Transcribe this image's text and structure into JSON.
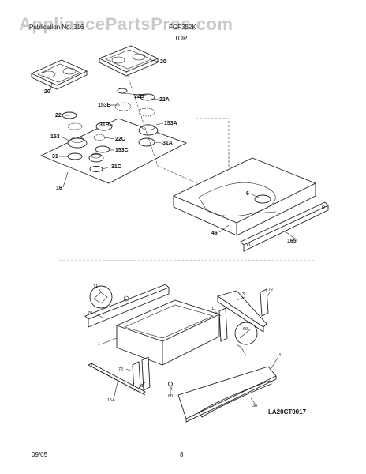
{
  "watermark": "AppliancePartsPros.com",
  "header": {
    "left": "Publication No. 316",
    "right": "FGF352K",
    "section": "TOP"
  },
  "footer": {
    "date": "09/05",
    "page": "8"
  },
  "diagram_code": "LA20CT0017",
  "upper_labels": [
    "20",
    "20",
    "22B",
    "22A",
    "22",
    "153B",
    "153A",
    "31B",
    "22C",
    "153",
    "31A",
    "153C",
    "31",
    "31C",
    "16",
    "6",
    "46",
    "165"
  ],
  "lower_labels": [
    "71",
    "72",
    "13",
    "70",
    "11",
    "60",
    "1",
    "4",
    "72",
    "11",
    "80",
    "15A",
    "38"
  ]
}
